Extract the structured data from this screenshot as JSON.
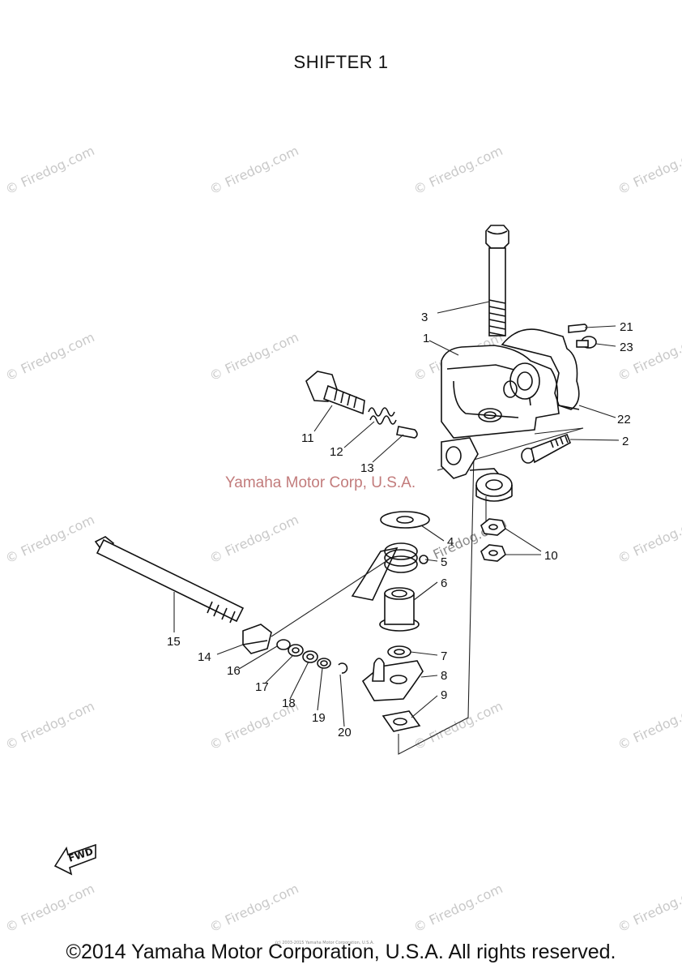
{
  "diagram": {
    "title": "SHIFTER 1",
    "center_watermark": "Yamaha Motor Corp, U.S.A.",
    "tile_watermark": "© Firedog.com",
    "mid_watermark": "Firedog.com",
    "fwd_label": "FWD",
    "callouts": [
      {
        "id": "c1",
        "label": "1"
      },
      {
        "id": "c2",
        "label": "2"
      },
      {
        "id": "c3",
        "label": "3"
      },
      {
        "id": "c4",
        "label": "4"
      },
      {
        "id": "c5",
        "label": "5"
      },
      {
        "id": "c6",
        "label": "6"
      },
      {
        "id": "c7",
        "label": "7"
      },
      {
        "id": "c8",
        "label": "8"
      },
      {
        "id": "c9",
        "label": "9"
      },
      {
        "id": "c10",
        "label": "10"
      },
      {
        "id": "c11",
        "label": "11"
      },
      {
        "id": "c12",
        "label": "12"
      },
      {
        "id": "c13",
        "label": "13"
      },
      {
        "id": "c14",
        "label": "14"
      },
      {
        "id": "c15",
        "label": "15"
      },
      {
        "id": "c16",
        "label": "16"
      },
      {
        "id": "c17",
        "label": "17"
      },
      {
        "id": "c18",
        "label": "18"
      },
      {
        "id": "c19",
        "label": "19"
      },
      {
        "id": "c20",
        "label": "20"
      },
      {
        "id": "c21",
        "label": "21"
      },
      {
        "id": "c22",
        "label": "22"
      },
      {
        "id": "c23",
        "label": "23"
      }
    ]
  },
  "footer": {
    "copyright": "©2014 Yamaha Motor Corporation, U.S.A. All rights reserved.",
    "fine_print": "(c) 2003-2015 Yamaha Motor Corporation, U.S.A."
  }
}
